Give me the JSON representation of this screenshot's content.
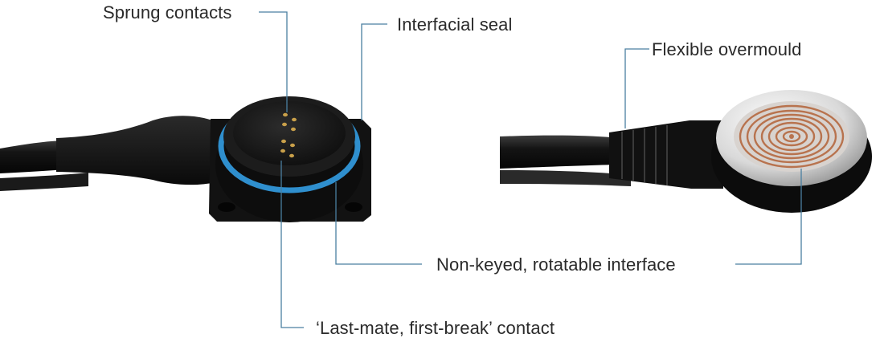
{
  "labels": {
    "sprung_contacts": "Sprung contacts",
    "interfacial_seal": "Interfacial seal",
    "flexible_overmould": "Flexible overmould",
    "non_keyed_interface": "Non-keyed, rotatable interface",
    "last_mate_contact": "‘Last-mate, first-break’ contact"
  },
  "colors": {
    "leader_line": "#4a7fa0",
    "label_text": "#2a2a2a",
    "seal_ring": "#2f8fce",
    "connector_body": "#141414",
    "gold_contact": "#c9a04a",
    "copper_coil": "#b8734e"
  }
}
